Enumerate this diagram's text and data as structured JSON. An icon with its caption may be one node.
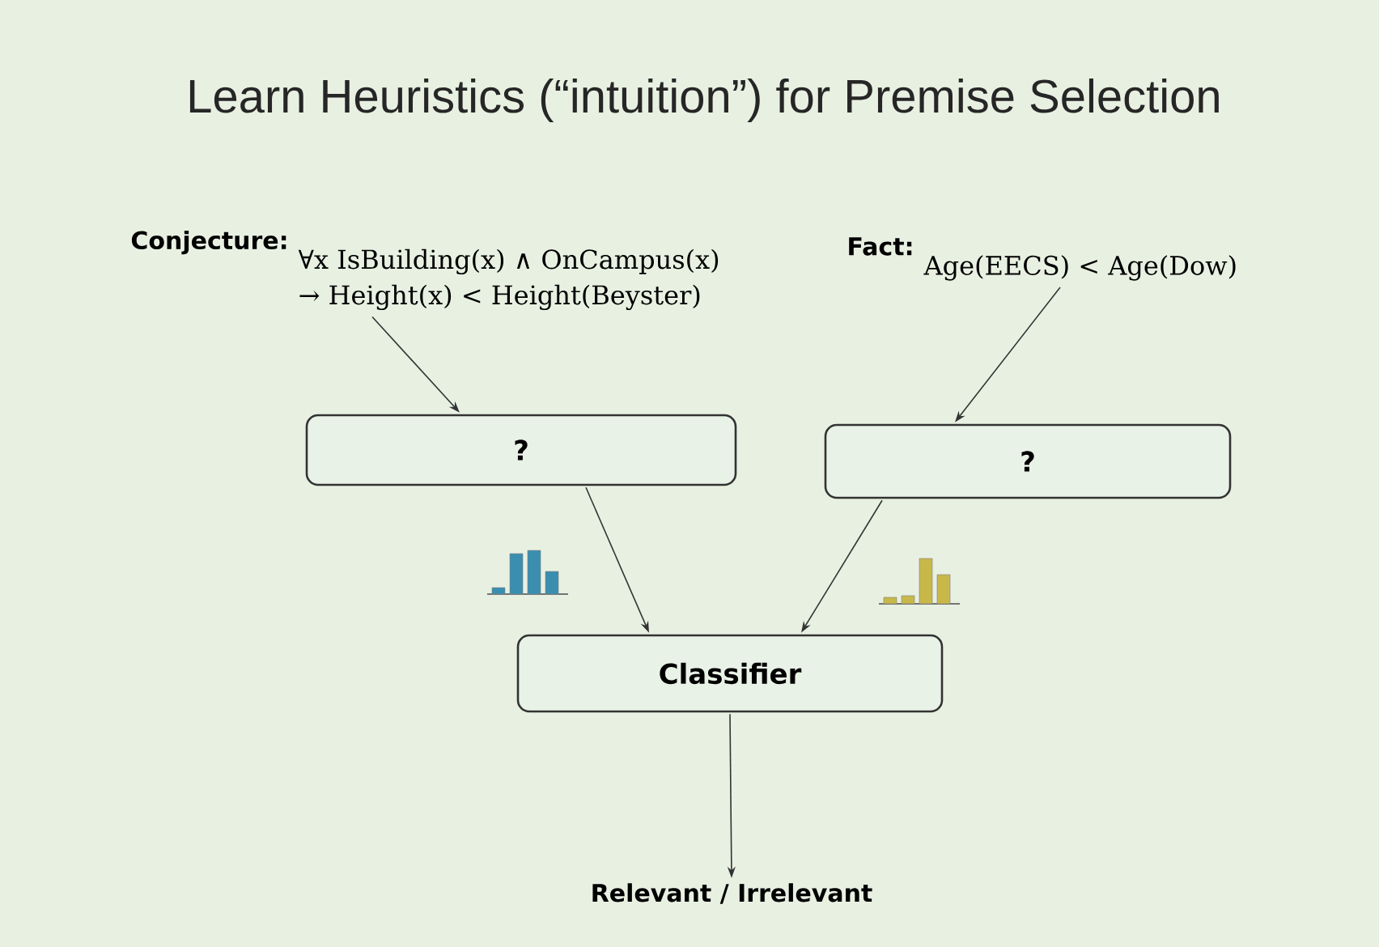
{
  "diagram": {
    "title": "Learn Heuristics (“intuition”) for Premise Selection",
    "nodes": [
      {
        "text": [
          "Conjecture:",
          "∀x IsBuilding(x) ∧ OnCampus(x) → Height(x) < Height(Beyster)"
        ]
      },
      {
        "text": [
          "Fact:",
          "Age(EECS) < Age(Dow)"
        ]
      },
      {
        "text": [
          "?"
        ]
      },
      {
        "text": [
          "?"
        ]
      },
      {
        "text": [
          "Classifier"
        ]
      },
      {
        "text": [
          "Relevant / Irrelevant"
        ]
      }
    ],
    "edges": [
      {
        "from": 0,
        "to": 2,
        "arrow": "to"
      },
      {
        "from": 1,
        "to": 3,
        "arrow": "to"
      },
      {
        "from": 2,
        "to": 4,
        "arrow": "to"
      },
      {
        "from": 3,
        "to": 4,
        "arrow": "to"
      },
      {
        "from": 4,
        "to": 5,
        "arrow": "to"
      }
    ]
  }
}
